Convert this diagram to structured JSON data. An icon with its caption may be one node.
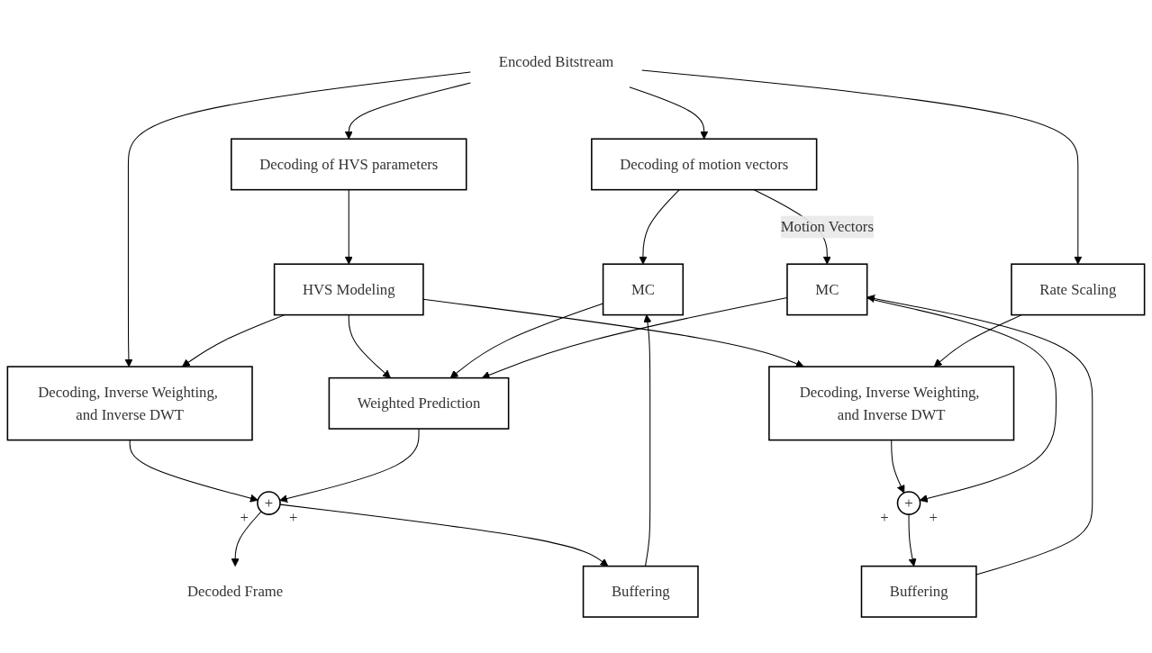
{
  "diagram": {
    "nodes": [
      {
        "text": [
          "Encoded Bitstream"
        ]
      },
      {
        "text": [
          "Decoding of motion vectors"
        ]
      },
      {
        "text": [
          "Decoded Frame"
        ]
      },
      {
        "text": [
          "Decoding of HVS parameters"
        ]
      },
      {
        "text": [
          "HVS Modeling"
        ]
      },
      {
        "text": [
          "+"
        ],
        "beside": [
          "+",
          "+"
        ]
      },
      {
        "text": [
          "Decoding, Inverse Weighting, and Inverse DWT"
        ]
      },
      {
        "text": [
          "Buffering"
        ]
      },
      {
        "text": [
          "Weighted Prediction"
        ]
      },
      {
        "text": [
          "MC"
        ]
      },
      {
        "text": [
          "Rate Scaling"
        ]
      },
      {
        "text": [
          "Decoding, Inverse Weighting, and Inverse DWT"
        ]
      },
      {
        "text": [
          "+"
        ],
        "beside": [
          "+",
          "+"
        ]
      },
      {
        "text": [
          "Buffering"
        ]
      },
      {
        "text": [
          "MC"
        ]
      }
    ],
    "edges": [
      {
        "from": 0,
        "to": 1,
        "arrow": "to"
      },
      {
        "from": 0,
        "to": 3,
        "arrow": "to"
      },
      {
        "from": 0,
        "to": 6,
        "arrow": "to"
      },
      {
        "from": 0,
        "to": 10,
        "arrow": "to"
      },
      {
        "from": 3,
        "to": 4,
        "arrow": "to"
      },
      {
        "from": 4,
        "to": 6,
        "arrow": "to"
      },
      {
        "from": 4,
        "to": 8,
        "arrow": "to"
      },
      {
        "from": 4,
        "to": 11,
        "arrow": "to"
      },
      {
        "from": 1,
        "to": 9,
        "arrow": "to"
      },
      {
        "from": 1,
        "to": 14,
        "arrow": "to",
        "label": "Motion Vectors"
      },
      {
        "from": 6,
        "to": 5,
        "arrow": "to"
      },
      {
        "from": 8,
        "to": 5,
        "arrow": "to"
      },
      {
        "from": 5,
        "to": 2,
        "arrow": "to"
      },
      {
        "from": 5,
        "to": 7,
        "arrow": "to"
      },
      {
        "from": 7,
        "to": 9,
        "arrow": "to"
      },
      {
        "from": 9,
        "to": 8,
        "arrow": "to"
      },
      {
        "from": 10,
        "to": 11,
        "arrow": "to"
      },
      {
        "from": 11,
        "to": 12,
        "arrow": "to"
      },
      {
        "from": 14,
        "to": 12,
        "arrow": "to"
      },
      {
        "from": 14,
        "to": 8,
        "arrow": "to"
      },
      {
        "from": 12,
        "to": 13,
        "arrow": "to"
      },
      {
        "from": 13,
        "to": 14,
        "arrow": "to"
      }
    ]
  }
}
